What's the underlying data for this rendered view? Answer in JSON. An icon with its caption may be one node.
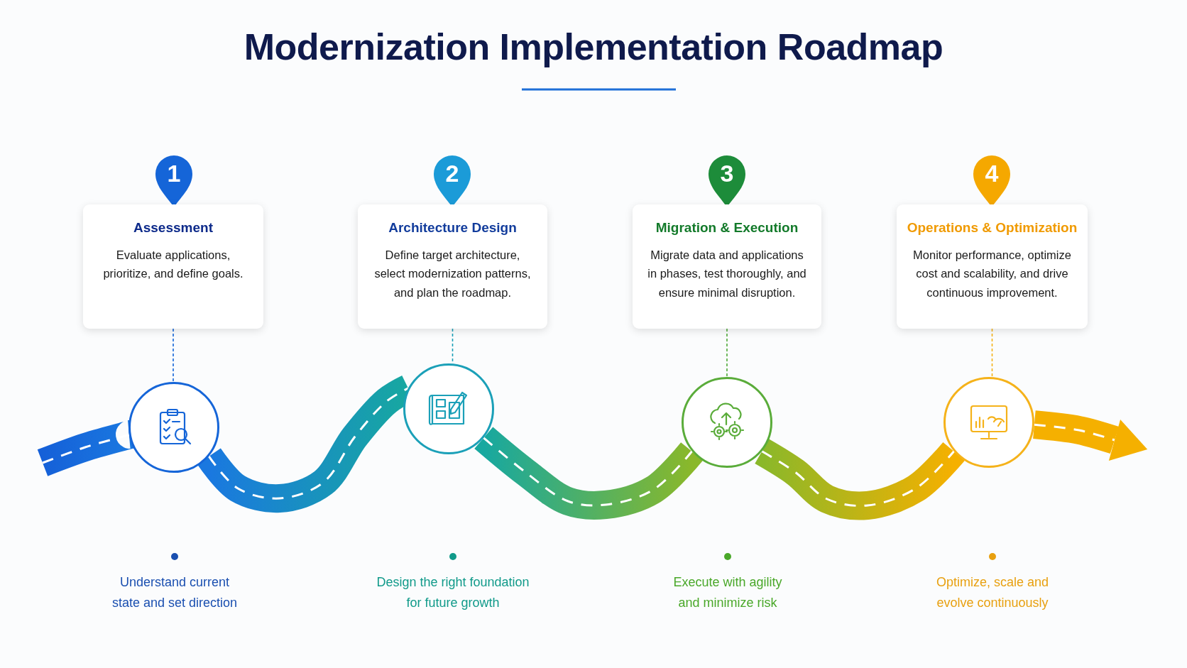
{
  "diagram": {
    "title": "Modernization Implementation Roadmap",
    "nodes": [
      {
        "text": [
          "1"
        ]
      },
      {
        "text": [
          "Assessment",
          "Evaluate applications, prioritize, and define goals."
        ]
      },
      {
        "text": [],
        "shape": "circle"
      },
      {
        "text": [
          "2"
        ]
      },
      {
        "text": [
          "Architecture Design",
          "Define target architecture, select modernization patterns, and plan the roadmap."
        ]
      },
      {
        "text": [],
        "shape": "circle"
      },
      {
        "text": [
          "3"
        ]
      },
      {
        "text": [
          "Migration & Execution",
          "Migrate data and applications in phases, test thoroughly, and ensure minimal disruption."
        ]
      },
      {
        "text": [],
        "shape": "circle"
      },
      {
        "text": [
          "4"
        ]
      },
      {
        "text": [
          "Operations & Optimization",
          "Monitor performance, optimize cost and scalability, and drive continuous improvement."
        ]
      },
      {
        "text": [],
        "shape": "circle"
      }
    ],
    "edges": [
      {
        "from": 1,
        "to": 2,
        "arrow": "none",
        "style": "dashed",
        "color": "#1565d8"
      },
      {
        "from": 4,
        "to": 5,
        "arrow": "none",
        "style": "dashed",
        "color": "#1ba0b8"
      },
      {
        "from": 7,
        "to": 8,
        "arrow": "none",
        "style": "dashed",
        "color": "#4fa83a"
      },
      {
        "from": 10,
        "to": 11,
        "arrow": "none",
        "style": "dashed",
        "color": "#f5b21a"
      },
      {
        "from": null,
        "to": 2,
        "arrow": "none",
        "style": "thick",
        "color": "#1560d8"
      },
      {
        "from": 2,
        "to": 5,
        "arrow": "none",
        "style": "thick",
        "color": "#1a78e0"
      },
      {
        "from": 5,
        "to": 8,
        "arrow": "none",
        "style": "thick",
        "color": "#17a8a0"
      },
      {
        "from": 8,
        "to": 11,
        "arrow": "none",
        "style": "thick",
        "color": "#8ab82a"
      },
      {
        "from": 11,
        "to": null,
        "arrow": "to",
        "style": "thick",
        "color": "#f5b000"
      }
    ],
    "labels": [
      "Understand current state and set direction",
      "Design the right foundation for future growth",
      "Execute with agility and minimize risk",
      "Optimize, scale and evolve continuously"
    ]
  }
}
